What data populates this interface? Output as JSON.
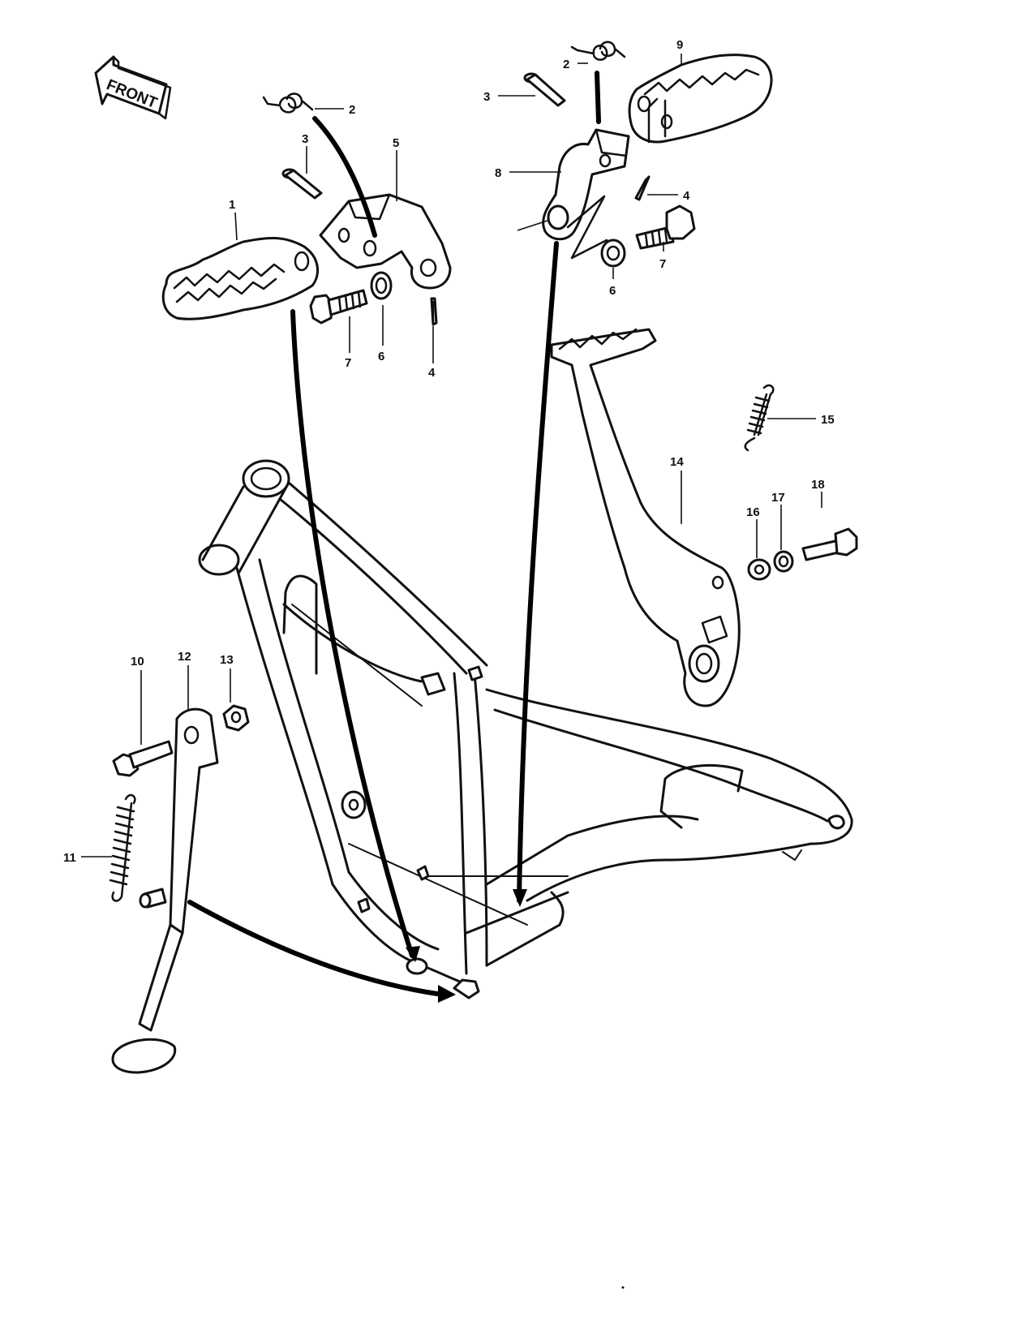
{
  "direction_label": "FRONT",
  "callouts": {
    "c1": "1",
    "c2a": "2",
    "c2b": "2",
    "c3a": "3",
    "c3b": "3",
    "c4a": "4",
    "c4b": "4",
    "c5": "5",
    "c6a": "6",
    "c6b": "6",
    "c7a": "7",
    "c7b": "7",
    "c8": "8",
    "c9": "9",
    "c10": "10",
    "c11": "11",
    "c12": "12",
    "c13": "13",
    "c14": "14",
    "c15": "15",
    "c16": "16",
    "c17": "17",
    "c18": "18"
  }
}
